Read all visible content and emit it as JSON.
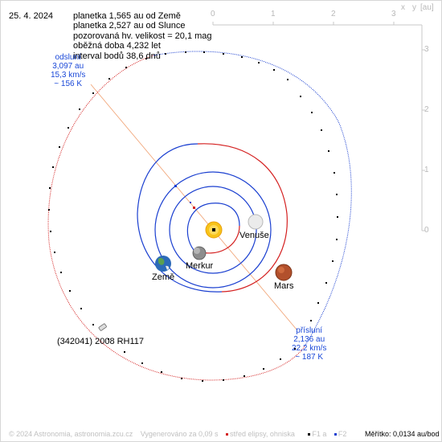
{
  "date": "25. 4. 2024",
  "info": {
    "line1": "planetka 1,565 au od Země",
    "line2": "planetka 2,527 au od Slunce",
    "line3": "pozorovaná hv. velikost = 20,1 mag",
    "line4": "oběžná doba 4,232 let",
    "line5": "interval bodů 38,6 dnů"
  },
  "axis": {
    "top_ticks": [
      "0",
      "1",
      "2",
      "3"
    ],
    "right_ticks": [
      "3",
      "2",
      "1",
      "0"
    ],
    "x_label": "x",
    "y_label": "y",
    "unit": "[au]"
  },
  "aphelion": {
    "title": "odsluní",
    "distance": "3,097 au",
    "speed": "15,3 km/s",
    "temp": "~ 156 K"
  },
  "perihelion": {
    "title": "přísluní",
    "distance": "2,136 au",
    "speed": "22,2 km/s",
    "temp": "~ 187 K"
  },
  "planets": {
    "venus": "Venuše",
    "mercury": "Merkur",
    "earth": "Země",
    "mars": "Mars"
  },
  "asteroid_label": "(342041) 2008 RH117",
  "footer": {
    "copyright": "© 2024 Astronomia, astronomia.zcu.cz",
    "generated": "Vygenerováno za 0,09 s",
    "legend_center": "střed elipsy, ohniska",
    "legend_f1": "F1 a",
    "legend_f2": "F2",
    "scale": "Měřítko: 0,0134 au/bod"
  },
  "colors": {
    "orbit_blue": "#1a3fd0",
    "orbit_red": "#d42020",
    "sun": "#f7c318",
    "axis_gray": "#c8c8c8"
  }
}
